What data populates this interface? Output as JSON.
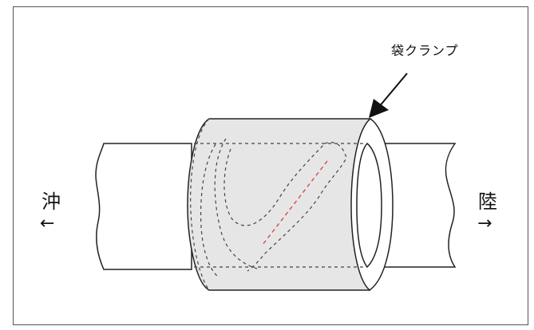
{
  "labels": {
    "clamp": "袋クランプ",
    "left_side": "沖",
    "right_side": "陸",
    "left_arrow": "←",
    "right_arrow": "→"
  },
  "colors": {
    "outline": "#222222",
    "clamp_fill": "#e6e6e6",
    "crack": "#d84a4a",
    "dashed": "#444444"
  }
}
